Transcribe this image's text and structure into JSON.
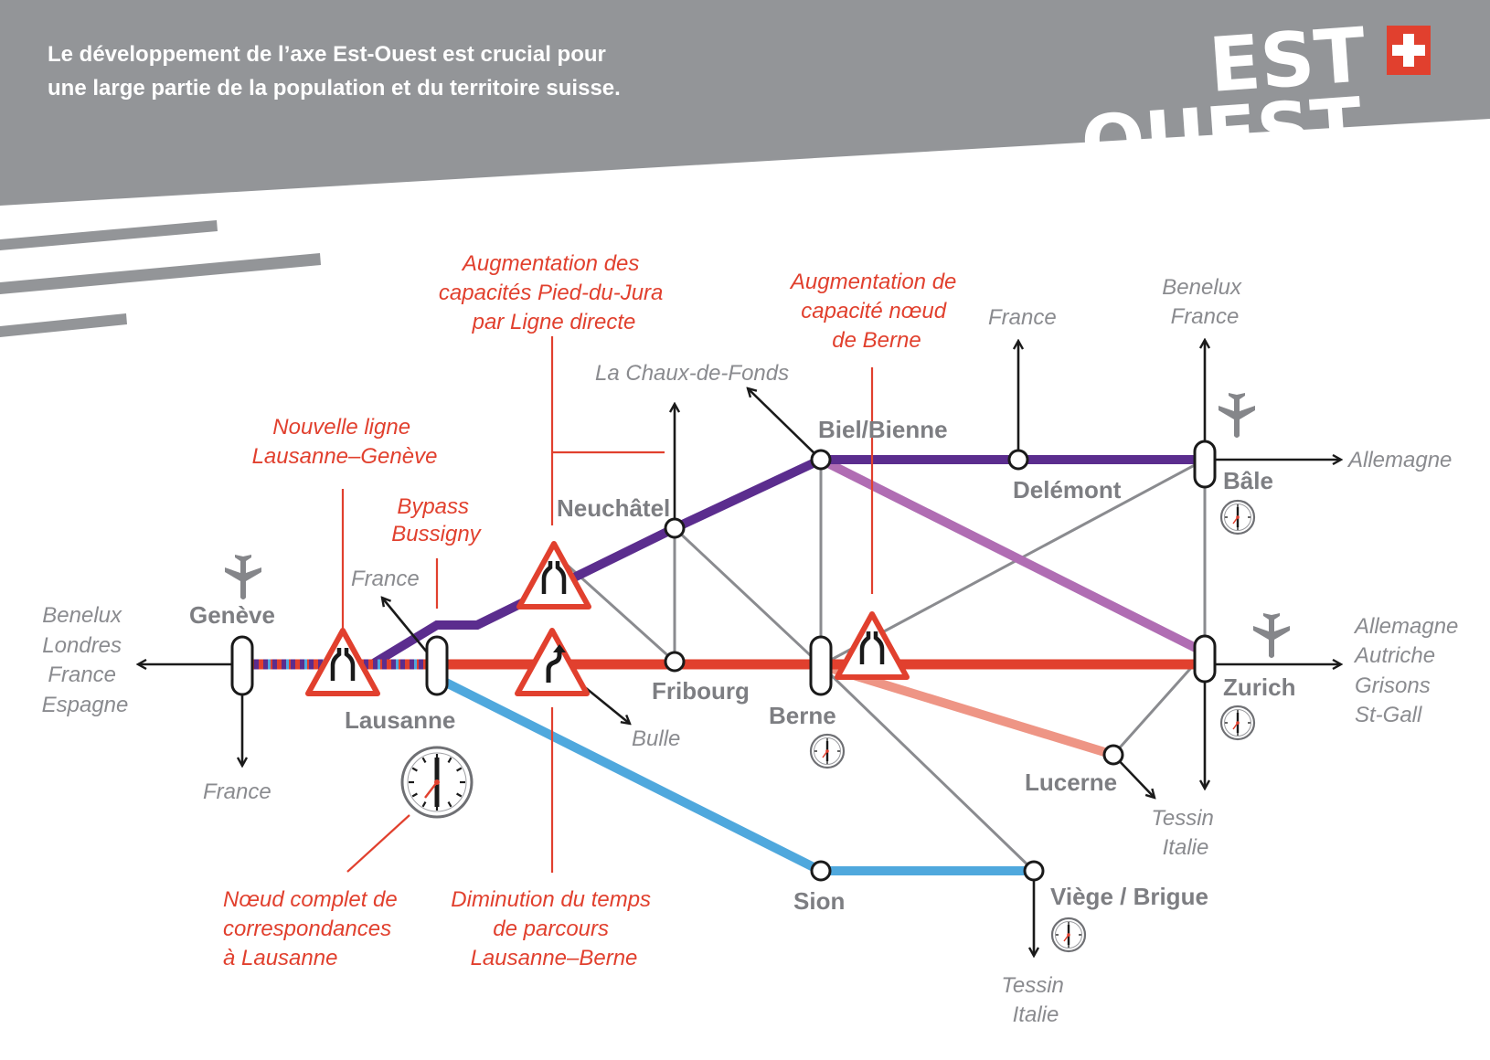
{
  "header": {
    "intro_line1": "Le développement de l’axe Est-Ouest est crucial pour",
    "intro_line2": "une large partie de la population et du territoire suisse.",
    "logo_top": "EST",
    "logo_bottom": "OUEST",
    "background_color": "#939598"
  },
  "colors": {
    "red_line": "#e1402e",
    "purple_line": "#5b2d8e",
    "violet_line": "#b06db3",
    "blue_line": "#4fa8dd",
    "salmon_line": "#ee9585",
    "grey_line": "#8a8b8f",
    "annotation": "#e1402e",
    "label_grey": "#7d7e82"
  },
  "stations": {
    "geneve": "Genève",
    "lausanne": "Lausanne",
    "neuchatel": "Neuchâtel",
    "biel": "Biel/Bienne",
    "delemont": "Delémont",
    "bale": "Bâle",
    "fribourg": "Fribourg",
    "berne": "Berne",
    "zurich": "Zurich",
    "lucerne": "Lucerne",
    "sion": "Sion",
    "viege": "Viège / Brigue"
  },
  "destinations": {
    "geneve_west": [
      "Benelux",
      "Londres",
      "France",
      "Espagne"
    ],
    "geneve_south": "France",
    "lausanne_nw": "France",
    "chaux_de_fonds": "La Chaux-de-Fonds",
    "bulle": "Bulle",
    "delemont_north": "France",
    "bale_north": [
      "Benelux",
      "France"
    ],
    "bale_east": "Allemagne",
    "zurich_east": [
      "Allemagne",
      "Autriche",
      "Grisons",
      "St-Gall"
    ],
    "zurich_south": [
      "Tessin",
      "Italie"
    ],
    "viege_south": [
      "Tessin",
      "Italie"
    ]
  },
  "annotations": {
    "nouvelle_ligne": [
      "Nouvelle ligne",
      "Lausanne–Genève"
    ],
    "bypass": [
      "Bypass",
      "Bussigny"
    ],
    "pied_du_jura": [
      "Augmentation des",
      "capacités Pied-du-Jura",
      "par Ligne directe"
    ],
    "noeud_berne": [
      "Augmentation de",
      "capacité nœud",
      "de Berne"
    ],
    "noeud_lausanne": [
      "Nœud complet de",
      "correspondances",
      "à Lausanne"
    ],
    "temps_parcours": [
      "Diminution du temps",
      "de parcours",
      "Lausanne–Berne"
    ]
  },
  "icons": {
    "airport": "airplane-icon",
    "road_narrows": "road-narrows-warning-icon",
    "double_bend": "double-bend-warning-icon",
    "clock": "station-clock-icon"
  }
}
